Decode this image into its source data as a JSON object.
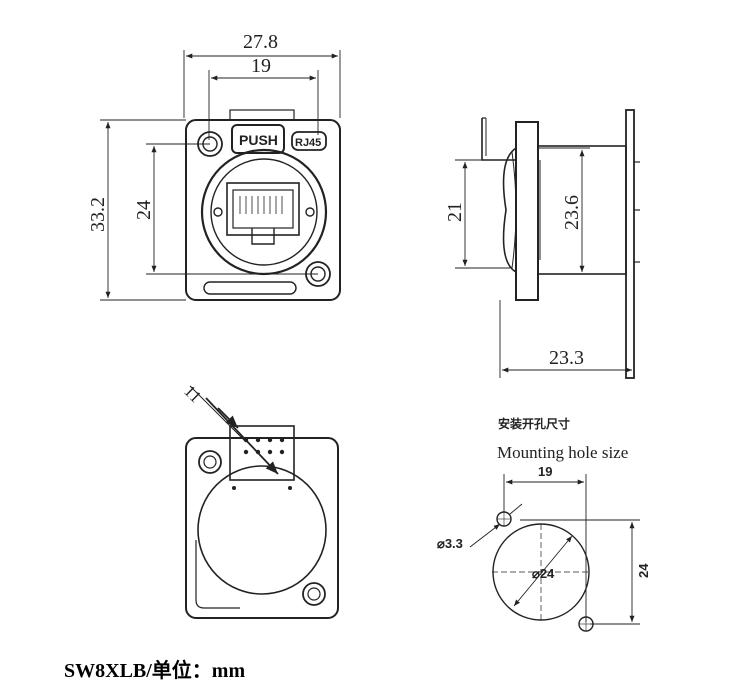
{
  "front_view": {
    "width_overall": "27.8",
    "width_holes": "19",
    "height_overall": "33.2",
    "height_holes": "24",
    "push_label": "PUSH",
    "rj45_label": "RJ45"
  },
  "side_view": {
    "left_height": "21",
    "right_height": "23.6",
    "depth": "23.3"
  },
  "rear_view": {
    "rotation_label": "11"
  },
  "mounting": {
    "title_cn": "安装开孔尺寸",
    "title_en": "Mounting hole size",
    "hole_spacing_x": "19",
    "hole_diameter": "⌀3.3",
    "center_diameter": "⌀24",
    "hole_spacing_y": "24"
  },
  "footer": {
    "text": "SW8XLB/单位：mm"
  }
}
